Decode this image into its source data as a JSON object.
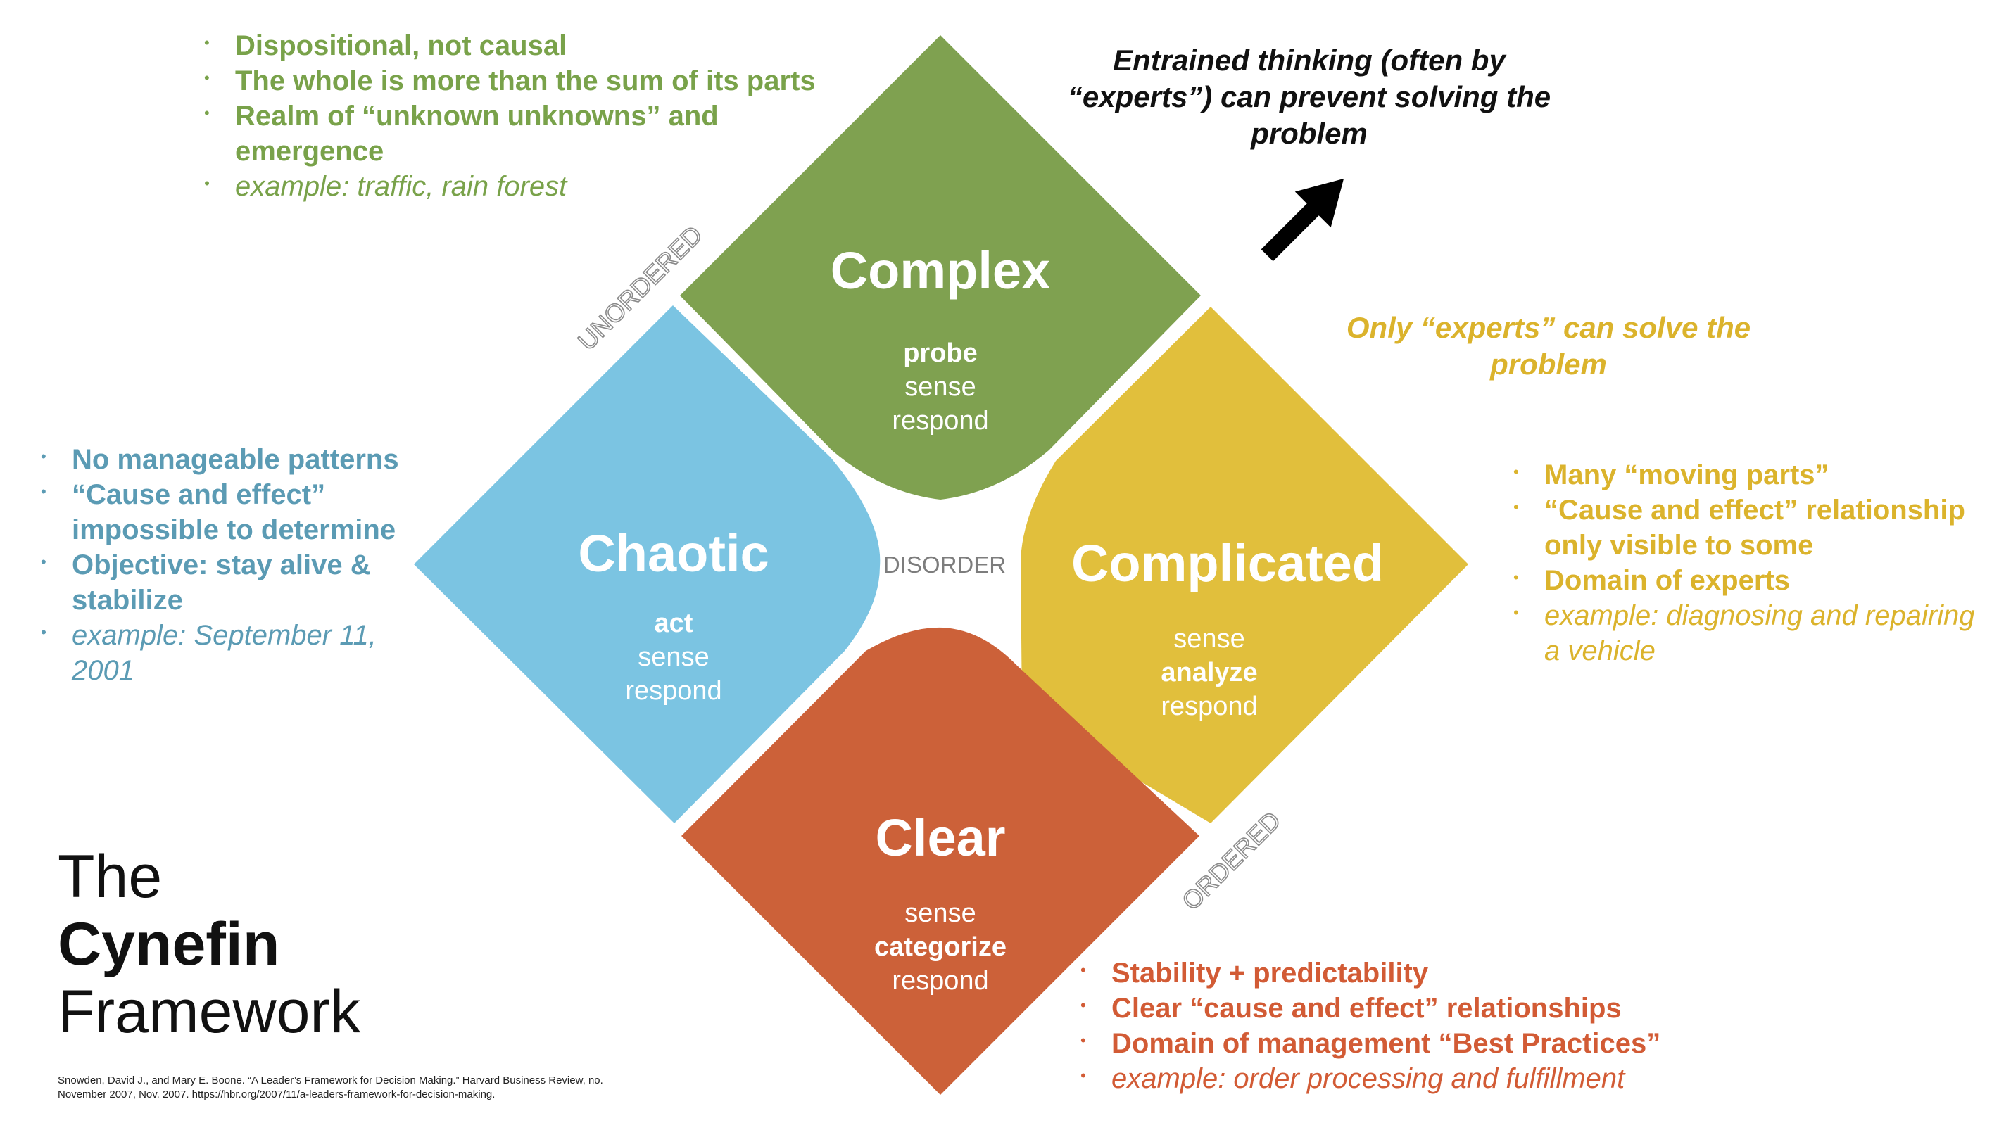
{
  "colors": {
    "complex": "#7fa150",
    "chaotic": "#7bc4e2",
    "complicated": "#e1bf3c",
    "clear": "#cc6139",
    "axis_label": "#8a8a8a",
    "arrow": "#000000"
  },
  "domains": {
    "complex": {
      "title": "Complex",
      "steps": [
        "probe",
        "sense",
        "respond"
      ],
      "bold_step": 0
    },
    "chaotic": {
      "title": "Chaotic",
      "steps": [
        "act",
        "sense",
        "respond"
      ],
      "bold_step": 0
    },
    "complicated": {
      "title": "Complicated",
      "steps": [
        "sense",
        "analyze",
        "respond"
      ],
      "bold_step": 1
    },
    "clear": {
      "title": "Clear",
      "steps": [
        "sense",
        "categorize",
        "respond"
      ],
      "bold_step": 1
    }
  },
  "center_label": "DISORDER",
  "axis_labels": {
    "unordered": "UNORDERED",
    "ordered": "ORDERED"
  },
  "notes": {
    "complex": [
      "Dispositional, not causal",
      "The whole is more than the sum of its parts",
      "Realm of “unknown unknowns” and emergence",
      "example: traffic, rain forest"
    ],
    "chaotic": [
      "No manageable patterns",
      "“Cause and effect” impossible to determine",
      "Objective: stay alive & stabilize",
      "example: September 11, 2001"
    ],
    "complicated": [
      "Many “moving parts”",
      "“Cause and effect” relationship only visible to some",
      "Domain of experts",
      "example: diagnosing and repairing a vehicle"
    ],
    "clear": [
      "Stability + predictability",
      "Clear “cause and effect” relationships",
      "Domain of management “Best Practices”",
      "example: order processing and fulfillment"
    ]
  },
  "entrained_note": "Entrained thinking (often by “experts”) can prevent solving the problem",
  "experts_note": "Only “experts” can solve the problem",
  "title": {
    "line1": "The",
    "line2": "Cynefin",
    "line3": "Framework"
  },
  "citation": "Snowden, David J., and Mary E. Boone. “A Leader’s Framework for Decision Making.” Harvard Business Review, no. November 2007, Nov. 2007. https://hbr.org/2007/11/a-leaders-framework-for-decision-making."
}
